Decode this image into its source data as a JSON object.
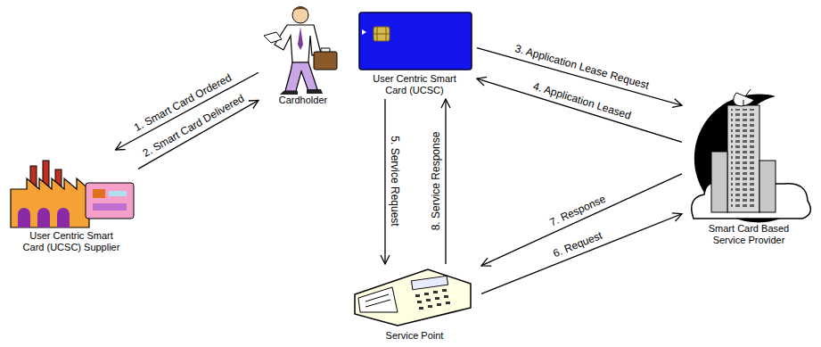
{
  "diagram": {
    "nodes": [
      {
        "text": [
          "Cardholder"
        ]
      },
      {
        "text": [
          "User Centric Smart Card (UCSC)"
        ]
      },
      {
        "text": [
          "User Centric Smart Card (UCSC) Supplier"
        ]
      },
      {
        "text": [
          "Smart Card Based Service Provider"
        ]
      },
      {
        "text": [
          "Service Point"
        ]
      }
    ],
    "edges": [
      {
        "from": 0,
        "to": 2,
        "label": "1. Smart Card Ordered",
        "arrow": "to"
      },
      {
        "from": 2,
        "to": 0,
        "label": "2. Smart Card Delivered",
        "arrow": "to"
      },
      {
        "from": 1,
        "to": 3,
        "label": "3. Application Lease Request",
        "arrow": "to"
      },
      {
        "from": 3,
        "to": 1,
        "label": "4. Application Leased",
        "arrow": "to"
      },
      {
        "from": 1,
        "to": 4,
        "label": "5. Service Request",
        "arrow": "to"
      },
      {
        "from": 4,
        "to": 3,
        "label": "6. Request",
        "arrow": "to"
      },
      {
        "from": 3,
        "to": 4,
        "label": "7. Response",
        "arrow": "to"
      },
      {
        "from": 4,
        "to": 1,
        "label": "8. Service Response",
        "arrow": "to"
      }
    ]
  }
}
